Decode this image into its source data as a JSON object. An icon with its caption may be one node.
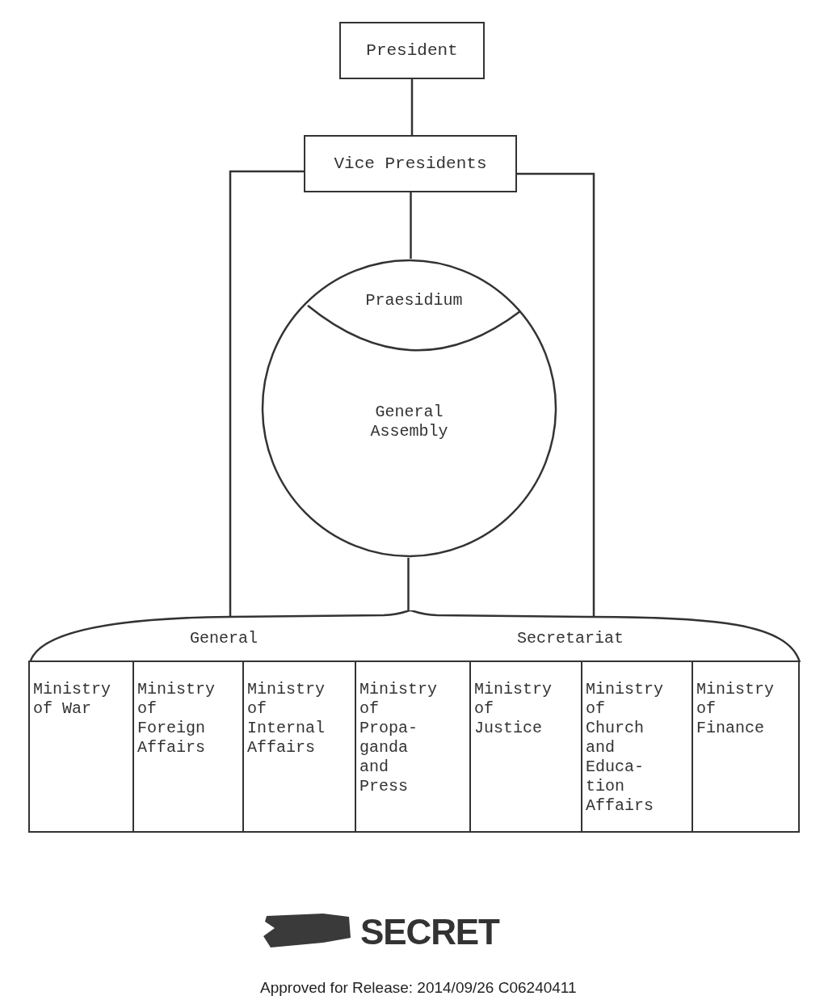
{
  "diagram": {
    "nodes": [
      {
        "text": [
          "President"
        ]
      },
      {
        "text": [
          "Vice Presidents"
        ]
      },
      {
        "text": [
          "General Assembly"
        ]
      },
      {
        "text": [
          "Praesidium"
        ],
        "in": 2
      },
      {
        "text": [
          "General",
          "Secretariat"
        ]
      },
      {
        "text": [
          "Ministry of War"
        ],
        "in": 4
      },
      {
        "text": [
          "Ministry of Foreign Affairs"
        ],
        "in": 4
      },
      {
        "text": [
          "Ministry of Internal Affairs"
        ],
        "in": 4
      },
      {
        "text": [
          "Ministry of Propa- ganda and Press"
        ],
        "in": 4
      },
      {
        "text": [
          "Ministry of Justice"
        ],
        "in": 4
      },
      {
        "text": [
          "Ministry of Church and Educa- tion Affairs"
        ],
        "in": 4
      },
      {
        "text": [
          "Ministry of Finance"
        ],
        "in": 4
      }
    ],
    "edges": [
      {
        "from": 0,
        "to": 1,
        "arrow": "none"
      },
      {
        "from": 1,
        "to": 3,
        "arrow": "none"
      },
      {
        "from": 1,
        "to": 4,
        "arrow": "none"
      },
      {
        "from": 1,
        "to": 4,
        "arrow": "none"
      },
      {
        "from": 2,
        "to": 4,
        "arrow": "none"
      }
    ],
    "labels": [
      "SECRET",
      "Approved for Release: 2014/09/26 C06240411"
    ]
  }
}
